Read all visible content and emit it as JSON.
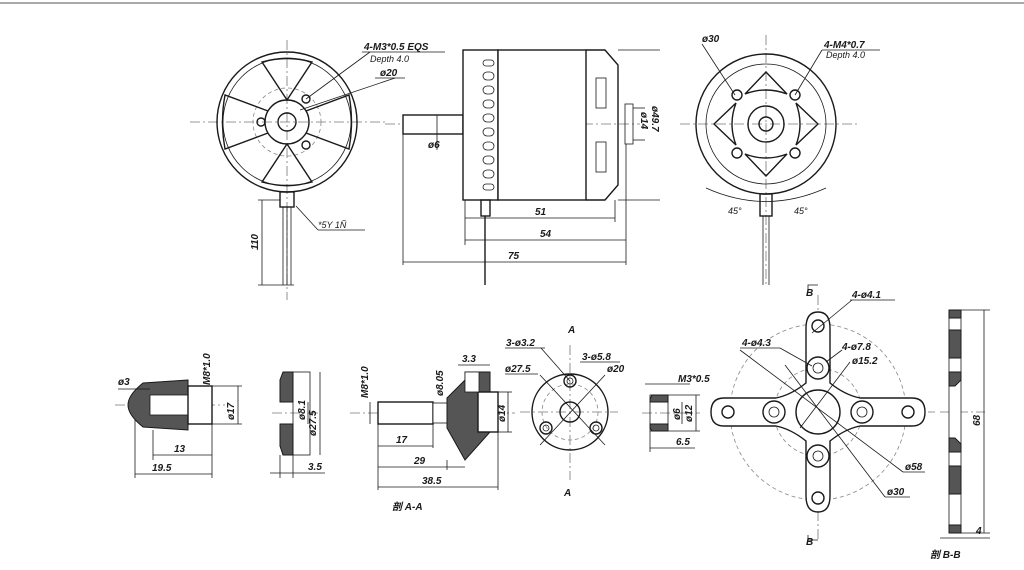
{
  "drawing": {
    "front_view_left": {
      "thread_note": "4-M3*0.5 EQS",
      "depth_note": "Depth 4.0",
      "dia_20": "ø20",
      "wire_note": "*5Y  1Ñ",
      "lead_length": "110"
    },
    "side_view": {
      "shaft_dia": "ø6",
      "inner_dia": "ø14",
      "body_dia": "ø49.7",
      "len_51": "51",
      "len_54": "54",
      "len_75": "75"
    },
    "front_view_right": {
      "dia_30": "ø30",
      "thread_note": "4-M4*0.7",
      "depth_note": "Depth 4.0",
      "angle_1": "45°",
      "angle_2": "45°"
    },
    "prop_nut": {
      "dia_3": "ø3",
      "thread": "M8*1.0",
      "dia_17": "ø17",
      "len_13": "13",
      "len_19_5": "19.5"
    },
    "washer": {
      "dia_8_1": "ø8.1",
      "dia_27_5": "ø27.5",
      "thick_3_5": "3.5"
    },
    "prop_adapter": {
      "thread": "M8*1.0",
      "dia_8": "ø8.05",
      "len_3_3": "3.3",
      "dia_14": "ø14",
      "len_17": "17",
      "len_29": "29",
      "len_38_5": "38.5",
      "section_label": "剖 A-A"
    },
    "adapter_front": {
      "section_mark_top": "A",
      "section_mark_bottom": "A",
      "holes_3_2": "3-ø3.2",
      "holes_5_8": "3-ø5.8",
      "dia_27_5": "ø27.5",
      "dia_20": "ø20"
    },
    "set_screw": {
      "thread": "M3*0.5",
      "dia_6": "ø6",
      "dia_12": "ø12",
      "len_6_5": "6.5"
    },
    "x_mount": {
      "section_mark_top": "B",
      "section_mark_bottom": "B",
      "holes_4_1": "4-ø4.1",
      "holes_4_3": "4-ø4.3",
      "holes_7_8": "4-ø7.8",
      "dia_15_2": "ø15.2",
      "dia_58": "ø58",
      "dia_30": "ø30"
    },
    "x_mount_section": {
      "height_68": "68",
      "thick_4": "4",
      "section_label": "剖 B-B"
    }
  }
}
